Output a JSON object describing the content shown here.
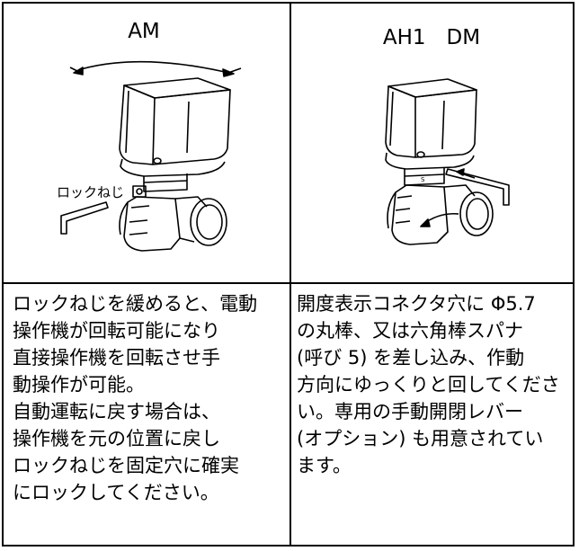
{
  "left": {
    "title": "AM",
    "lock_label": "ロックねじ",
    "description": "ロックねじを緩めると、電動\n操作機が回転可能になり\n直接操作機を回転させ手\n動操作が可能。\n自動運転に戻す場合は、\n操作機を元の位置に戻し\nロックねじを固定穴に確実\nにロックしてください。"
  },
  "right": {
    "title": "AH1　DM",
    "description": "開度表示コネクタ穴に Φ5.7\nの丸棒、又は六角棒スパナ\n(呼び 5) を差し込み、作動\n方向にゆっくりと回してくださ\nい。専用の手動開閉レバー\n(オプション) も用意されてい\nます。"
  }
}
